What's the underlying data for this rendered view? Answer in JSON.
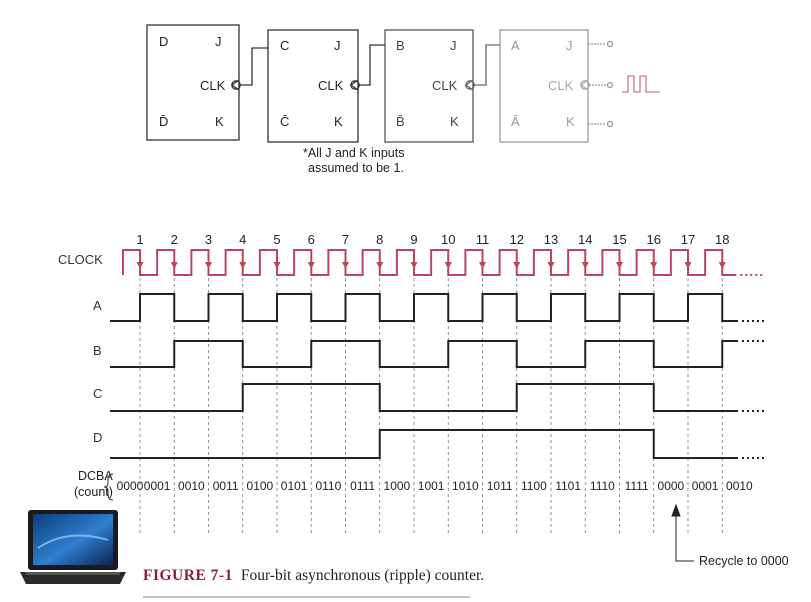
{
  "schematic": {
    "stages": [
      {
        "name": "D",
        "q_bar": "D̄",
        "j": "J",
        "k": "K",
        "clk": "CLK"
      },
      {
        "name": "C",
        "q_bar": "C̄",
        "j": "J",
        "k": "K",
        "clk": "CLK"
      },
      {
        "name": "B",
        "q_bar": "B̄",
        "j": "J",
        "k": "K",
        "clk": "CLK"
      },
      {
        "name": "A",
        "q_bar": "Ā",
        "j": "J",
        "k": "K",
        "clk": "CLK"
      }
    ],
    "note_line1": "*All J and K inputs",
    "note_line2": "assumed to be 1."
  },
  "timing": {
    "signals": [
      "CLOCK",
      "A",
      "B",
      "C",
      "D"
    ],
    "pulse_numbers": [
      "1",
      "2",
      "3",
      "4",
      "5",
      "6",
      "7",
      "8",
      "9",
      "10",
      "11",
      "12",
      "13",
      "14",
      "15",
      "16",
      "17",
      "18"
    ],
    "count_label_line1": "DCBA",
    "count_label_line2": "(count)",
    "counts": [
      "0000",
      "0001",
      "0010",
      "0011",
      "0100",
      "0101",
      "0110",
      "0111",
      "1000",
      "1001",
      "1010",
      "1011",
      "1100",
      "1101",
      "1110",
      "1111",
      "0000",
      "0001",
      "0010"
    ],
    "recycle_label": "Recycle to 0000"
  },
  "caption": {
    "label": "FIGURE 7-1",
    "text": "Four-bit asynchronous (ripple) counter."
  },
  "colors": {
    "clock": "#b8475e",
    "signal": "#222222",
    "caption_label": "#8b1d3b"
  }
}
